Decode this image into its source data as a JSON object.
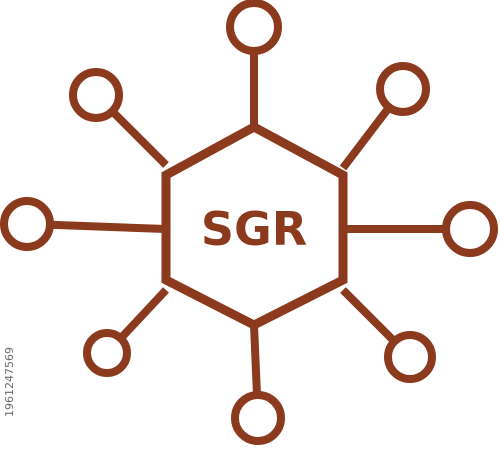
{
  "hub": {
    "label": "SGR",
    "node_count": 8
  },
  "stock_id": "1961247569",
  "colors": {
    "stroke": "#8b3a1e",
    "fill": "#ffffff",
    "watermark_text": "#6b6b6b"
  }
}
